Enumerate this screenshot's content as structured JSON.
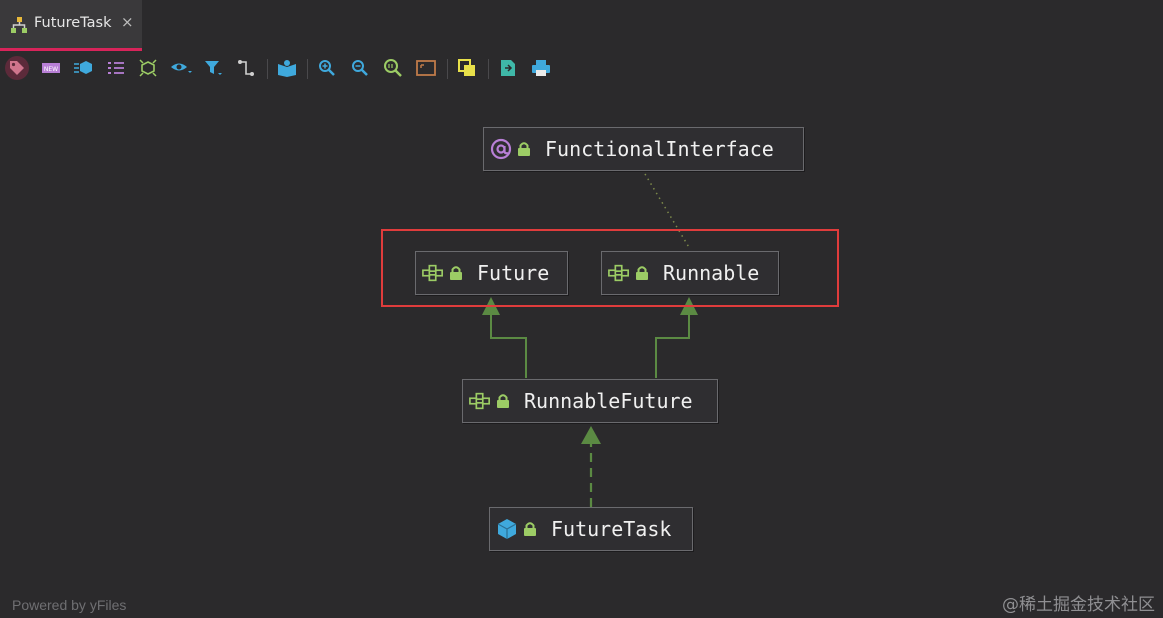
{
  "tab": {
    "label": "FutureTask",
    "close": "×",
    "icon": "hierarchy-icon"
  },
  "toolbar": {
    "buttons": [
      "tag-icon",
      "new-icon",
      "class-list-icon",
      "list-icon",
      "structure-icon",
      "eye-icon",
      "filter-icon",
      "route-icon",
      "book-icon",
      "zoom-in-icon",
      "zoom-out-icon",
      "zoom-reset-icon",
      "fit-window-icon",
      "copy-layout-icon",
      "export-icon",
      "print-icon"
    ],
    "active": "tag-icon"
  },
  "diagram": {
    "nodes": {
      "functional_interface": {
        "label": "FunctionalInterface",
        "kind": "annotation"
      },
      "future": {
        "label": "Future",
        "kind": "interface"
      },
      "runnable": {
        "label": "Runnable",
        "kind": "interface"
      },
      "runnable_future": {
        "label": "RunnableFuture",
        "kind": "interface"
      },
      "future_task": {
        "label": "FutureTask",
        "kind": "class"
      }
    },
    "edges": [
      {
        "from": "runnable_future",
        "to": "future",
        "style": "solid-extends"
      },
      {
        "from": "runnable_future",
        "to": "runnable",
        "style": "solid-extends"
      },
      {
        "from": "future_task",
        "to": "runnable_future",
        "style": "dashed-implements"
      },
      {
        "from": "runnable",
        "to": "functional_interface",
        "style": "dotted-annotation"
      }
    ],
    "highlight_color": "#e03c3c"
  },
  "footer": "Powered by yFiles",
  "watermark": "@稀土掘金技术社区",
  "colors": {
    "background": "#2b2a2c",
    "node_border": "#6a6a6e",
    "edge": "#5b8a43",
    "interface_icon": "#9ccc65",
    "class_icon": "#3fa9dd",
    "annotation_icon": "#b87fd6",
    "tab_accent": "#d8245a"
  }
}
